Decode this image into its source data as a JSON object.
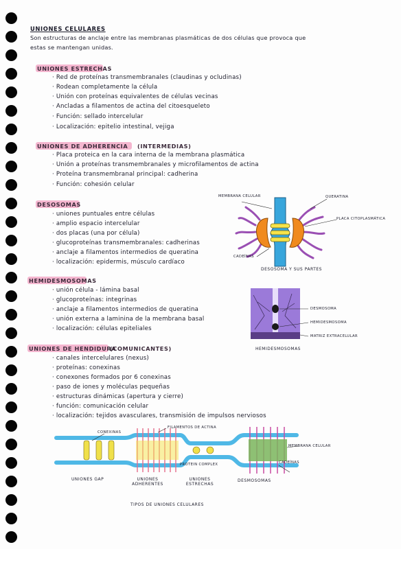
{
  "title": "UNIONES CELULARES",
  "intro": [
    "Son estructuras de anclaje entre las membranas plasmáticas de dos células que provoca que",
    "estas se mantengan unidas."
  ],
  "sections": [
    {
      "heading": "UNIONES ESTRECHAS",
      "items": [
        "Red de proteínas transmembranales (claudinas y ocludinas)",
        "Rodean completamente la célula",
        "Unión con proteínas equivalentes de células vecinas",
        "Ancladas a filamentos de actina del citoesqueleto",
        "Función: sellado intercelular",
        "Localización: epitelio intestinal, vejiga"
      ]
    },
    {
      "heading": "UNIONES DE ADHERENCIA",
      "suffix": "(INTERMEDIAS)",
      "items": [
        "Placa proteica en la cara interna de la membrana plasmática",
        "Unión a proteínas transmembranales y microfilamentos de actina",
        "Proteína transmembranal principal: cadherina",
        "Función: cohesión celular"
      ]
    },
    {
      "heading": "DESOSOMAS",
      "items": [
        "uniones puntuales entre células",
        "amplio espacio intercelular",
        "dos placas (una por célula)",
        "glucoproteínas transmembranales: cadherinas",
        "anclaje a filamentos intermedios de queratina",
        "localización: epidermis, músculo cardíaco"
      ]
    },
    {
      "heading": "HEMIDESMOSOMAS",
      "items": [
        "unión célula - lámina basal",
        "glucoproteínas: integrinas",
        "anclaje a filamentos intermedios de queratina",
        "unión externa a laminina de la membrana basal",
        "localización: células epiteliales"
      ]
    },
    {
      "heading": "UNIONES DE HENDIDURA",
      "suffix": "(COMUNICANTES)",
      "items": [
        "canales intercelulares (nexus)",
        "proteínas: conexinas",
        "conexones formados por 6 conexinas",
        "paso de iones y moléculas pequeñas",
        "estructuras dinámicas (apertura y cierre)",
        "función: comunicación celular",
        "localización: tejidos avasculares, transmisión de impulsos nerviosos"
      ]
    }
  ],
  "desmosome_diagram": {
    "labels": {
      "membrana": "MEMBRANA CELULAR",
      "queratina": "QUERATINA",
      "placa": "PLACA CITOPLASMÁTICA",
      "cadeinas": "CADEÍNAS"
    },
    "caption": "DESOSOMA Y SUS PARTES",
    "colors": {
      "membrane": "#38a6dc",
      "plaque": "#f08a1e",
      "cadherin": "#f6e34a",
      "keratin": "#9a4fb3"
    }
  },
  "hemi_diagram": {
    "labels": {
      "desmosoma": "DESMOSOMA",
      "hemidesmosoma": "HEMIDESMOSOMA",
      "matriz": "MATRIZ EXTRACELULAR"
    },
    "caption": "HEMIDESMOSOMAS",
    "colors": {
      "cell": "#9b7ad9",
      "matrix": "#5a3d86"
    }
  },
  "junction_diagram": {
    "labels": {
      "conexinas": "CONEXINAS",
      "filamentos": "FILAMENTOS DE ACTINA",
      "membrana": "MEMBRANA CELULAR",
      "cadeinas": "CADEÍNAS",
      "protein": "PROTEIN COMPLEX"
    },
    "bottom": [
      "UNIONES GAP",
      "UNIONES ADHERENTES",
      "UNIONES ESTRECHAS",
      "DESMOSOMAS"
    ],
    "caption": "TIPOS DE UNIONES CELULARES",
    "colors": {
      "membrane": "#4fb8e6",
      "connexin": "#f0e04a",
      "actin": "#e56b8a",
      "desmo": "#7ab55c"
    }
  }
}
